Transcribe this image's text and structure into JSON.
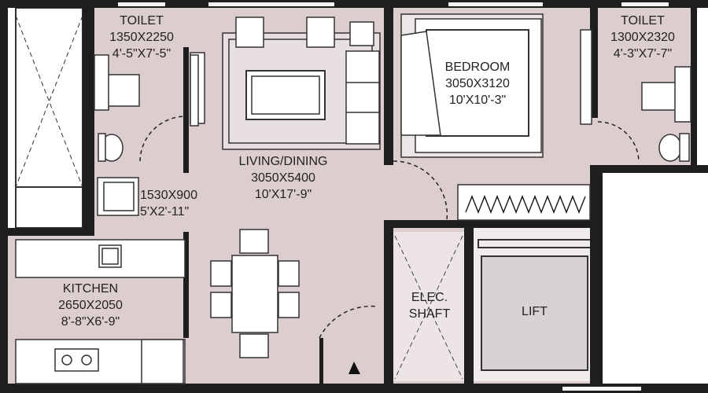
{
  "rooms": {
    "toilet_left": {
      "name": "TOILET",
      "size_mm": "1350X2250",
      "size_ft": "4'-5\"X7'-5\""
    },
    "toilet_right": {
      "name": "TOILET",
      "size_mm": "1300X2320",
      "size_ft": "4'-3\"X7'-7\""
    },
    "bedroom": {
      "name": "BEDROOM",
      "size_mm": "3050X3120",
      "size_ft": "10'X10'-3\""
    },
    "living": {
      "name": "LIVING/DINING",
      "size_mm": "3050X5400",
      "size_ft": "10'X17'-9\""
    },
    "utility": {
      "size_mm": "1530X900",
      "size_ft": "5'X2'-11\""
    },
    "kitchen": {
      "name": "KITCHEN",
      "size_mm": "2650X2050",
      "size_ft": "8'-8\"X6'-9\""
    },
    "elec_shaft": {
      "line1": "ELEC.",
      "line2": "SHAFT"
    },
    "lift": {
      "name": "LIFT"
    }
  },
  "colors": {
    "floor": "#dccdce",
    "wall": "#1e1e1e",
    "line": "#333333"
  },
  "icons": [
    "entrance-arrow-icon",
    "sofa-icon",
    "tv-unit-icon",
    "bed-icon",
    "dining-table-icon",
    "wc-icon",
    "sink-icon",
    "washing-machine-icon",
    "stove-icon",
    "wardrobe-icon"
  ]
}
